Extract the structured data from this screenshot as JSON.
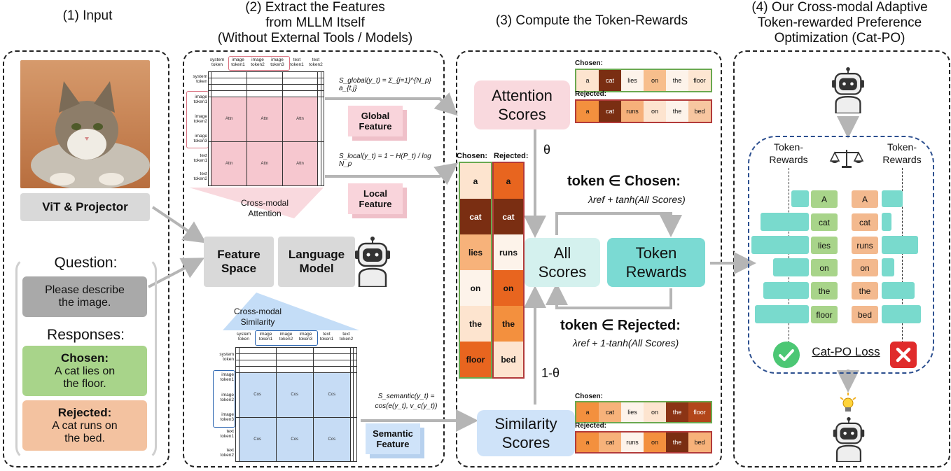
{
  "headings": {
    "input": "(1) Input",
    "extract": [
      "(2) Extract the Features",
      "from MLLM Itself",
      "(Without External Tools / Models)"
    ],
    "compute": "(3) Compute the Token-Rewards",
    "catpo": [
      "(4) Our Cross-modal Adaptive",
      "Token-rewarded Preference",
      "Optimization (Cat-PO)"
    ]
  },
  "input": {
    "vit": "ViT & Projector",
    "question_title": "Question:",
    "question": [
      "Please describe",
      "the image."
    ],
    "responses_title": "Responses:",
    "chosen_title": "Chosen:",
    "chosen": [
      "A cat lies on",
      "the floor."
    ],
    "rejected_title": "Rejected:",
    "rejected": [
      "A cat runs on",
      "the bed."
    ]
  },
  "extract": {
    "top_cols": [
      [
        "system",
        "token"
      ],
      [
        "image",
        "token1"
      ],
      [
        "image",
        "token2"
      ],
      [
        "image",
        "token3"
      ],
      [
        "text",
        "token1"
      ],
      [
        "text",
        "token2"
      ]
    ],
    "top_rows": [
      [
        "system",
        "token"
      ],
      [
        "image",
        "token1"
      ],
      [
        "image",
        "token2"
      ],
      [
        "image",
        "token3"
      ],
      [
        "text",
        "token1"
      ],
      [
        "text",
        "token2"
      ]
    ],
    "attn_cell": "Attn",
    "cos_cell": "Cos",
    "cross_attention": [
      "Cross-modal",
      "Attention"
    ],
    "cross_similarity": [
      "Cross-modal",
      "Similarity"
    ],
    "feature_space": [
      "Feature",
      "Space"
    ],
    "language_model": [
      "Language",
      "Model"
    ],
    "global_formula": "S_global(y_t) = Σ_{j=1}^{N_p} a_{t,j}",
    "global_feature": [
      "Global",
      "Feature"
    ],
    "local_formula": "S_local(y_t) = 1 − H(P_t) / log N_p",
    "local_feature": [
      "Local",
      "Feature"
    ],
    "semantic_formula": [
      "S_semantic(y_t) =",
      "cos(e(y_t), v_c(y_t))"
    ],
    "semantic_feature": [
      "Semantic",
      "Feature"
    ]
  },
  "compute": {
    "attention_scores": [
      "Attention",
      "Scores"
    ],
    "similarity_scores": [
      "Similarity",
      "Scores"
    ],
    "all_scores": [
      "All",
      "Scores"
    ],
    "token_rewards": [
      "Token",
      "Rewards"
    ],
    "theta": "θ",
    "one_minus_theta": "1-θ",
    "chosen_label": "Chosen:",
    "rejected_label": "Rejected:",
    "att_chosen": [
      "a",
      "cat",
      "lies",
      "on",
      "the",
      "floor"
    ],
    "att_rejected": [
      "a",
      "cat",
      "runs",
      "on",
      "the",
      "bed"
    ],
    "sim_chosen": [
      "a",
      "cat",
      "lies",
      "on",
      "the",
      "floor"
    ],
    "sim_rejected": [
      "a",
      "cat",
      "runs",
      "on",
      "the",
      "bed"
    ],
    "col_chosen_label": "Chosen:",
    "col_rejected_label": "Rejected:",
    "col_chosen": [
      "a",
      "cat",
      "lies",
      "on",
      "the",
      "floor"
    ],
    "col_rejected": [
      "a",
      "cat",
      "runs",
      "on",
      "the",
      "bed"
    ],
    "eq_chosen": "token ∈ Chosen:",
    "eq_chosen_formula": "λref + tanh(All Scores)",
    "eq_rejected": "token ∈ Rejected:",
    "eq_rejected_formula": "λref + 1-tanh(All Scores)"
  },
  "catpo": {
    "token_rewards_left": [
      "Token-",
      "Rewards"
    ],
    "token_rewards_right": [
      "Token-",
      "Rewards"
    ],
    "chosen_tokens": [
      "A",
      "cat",
      "lies",
      "on",
      "the",
      "floor"
    ],
    "rejected_tokens": [
      "A",
      "cat",
      "runs",
      "on",
      "the",
      "bed"
    ],
    "loss": "Cat-PO Loss"
  },
  "colors": {
    "chosen_green": "#a8d48a",
    "rejected_orange": "#f3b98e",
    "attention_pink": "#f9d9de",
    "similarity_blue": "#cfe3f9",
    "teal": "#79dacd",
    "token_rewards_teal": "#7bdad3",
    "grey_box": "#d9d9d9",
    "dashed_blue": "#2c4f8f"
  }
}
